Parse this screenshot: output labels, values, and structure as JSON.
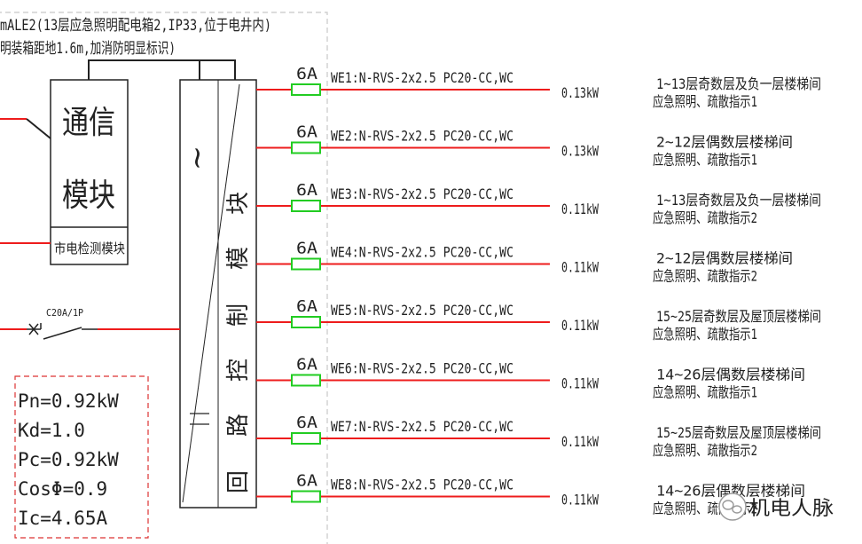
{
  "panel": {
    "title_line1": "mALE2(13层应急照明配电箱2,IP33,位于电井内)",
    "title_line2": "明装箱距地1.6m,加消防明显标识)"
  },
  "modules": {
    "comm_line1": "通信",
    "comm_line2": "模块",
    "mains_monitor": "市电检测模块"
  },
  "controller": {
    "symbol": "~",
    "vertical_label_chars": [
      "块",
      "模",
      "制",
      "控",
      "路",
      "回"
    ]
  },
  "incoming": {
    "breaker_label": "C20A/1P"
  },
  "calc": {
    "lines": [
      "Pn=0.92kW",
      "Kd=1.0",
      "Pc=0.92kW",
      "CosΦ=0.9",
      "Ic=4.65A"
    ]
  },
  "circuits": [
    {
      "fuse": "6A",
      "cable": "WE1:N-RVS-2x2.5  PC20-CC,WC",
      "load": "0.13kW",
      "desc1": "1~13层奇数层及负一层楼梯间",
      "desc2": "应急照明、疏散指示1"
    },
    {
      "fuse": "6A",
      "cable": "WE2:N-RVS-2x2.5  PC20-CC,WC",
      "load": "0.13kW",
      "desc1": "2~12层偶数层楼梯间",
      "desc2": "应急照明、疏散指示1"
    },
    {
      "fuse": "6A",
      "cable": "WE3:N-RVS-2x2.5  PC20-CC,WC",
      "load": "0.11kW",
      "desc1": "1~13层奇数层及负一层楼梯间",
      "desc2": "应急照明、疏散指示2"
    },
    {
      "fuse": "6A",
      "cable": "WE4:N-RVS-2x2.5  PC20-CC,WC",
      "load": "0.11kW",
      "desc1": "2~12层偶数层楼梯间",
      "desc2": "应急照明、疏散指示2"
    },
    {
      "fuse": "6A",
      "cable": "WE5:N-RVS-2x2.5  PC20-CC,WC",
      "load": "0.11kW",
      "desc1": "15~25层奇数层及屋顶层楼梯间",
      "desc2": "应急照明、疏散指示1"
    },
    {
      "fuse": "6A",
      "cable": "WE6:N-RVS-2x2.5  PC20-CC,WC",
      "load": "0.11kW",
      "desc1": "14~26层偶数层楼梯间",
      "desc2": "应急照明、疏散指示1"
    },
    {
      "fuse": "6A",
      "cable": "WE7:N-RVS-2x2.5  PC20-CC,WC",
      "load": "0.11kW",
      "desc1": "15~25层奇数层及屋顶层楼梯间",
      "desc2": "应急照明、疏散指示2"
    },
    {
      "fuse": "6A",
      "cable": "WE8:N-RVS-2x2.5  PC20-CC,WC",
      "load": "0.11kW",
      "desc1": "14~26层偶数层楼梯间",
      "desc2": "应急照明、疏散指示2"
    }
  ],
  "watermark": {
    "text": "机电人脉",
    "icon": "wechat-icon"
  },
  "colors": {
    "wire": "#ee1c1c",
    "fuse": "#22cc22",
    "ink": "#222222",
    "dash_border": "#c8c8c8",
    "calc_border": "#dd3333"
  }
}
